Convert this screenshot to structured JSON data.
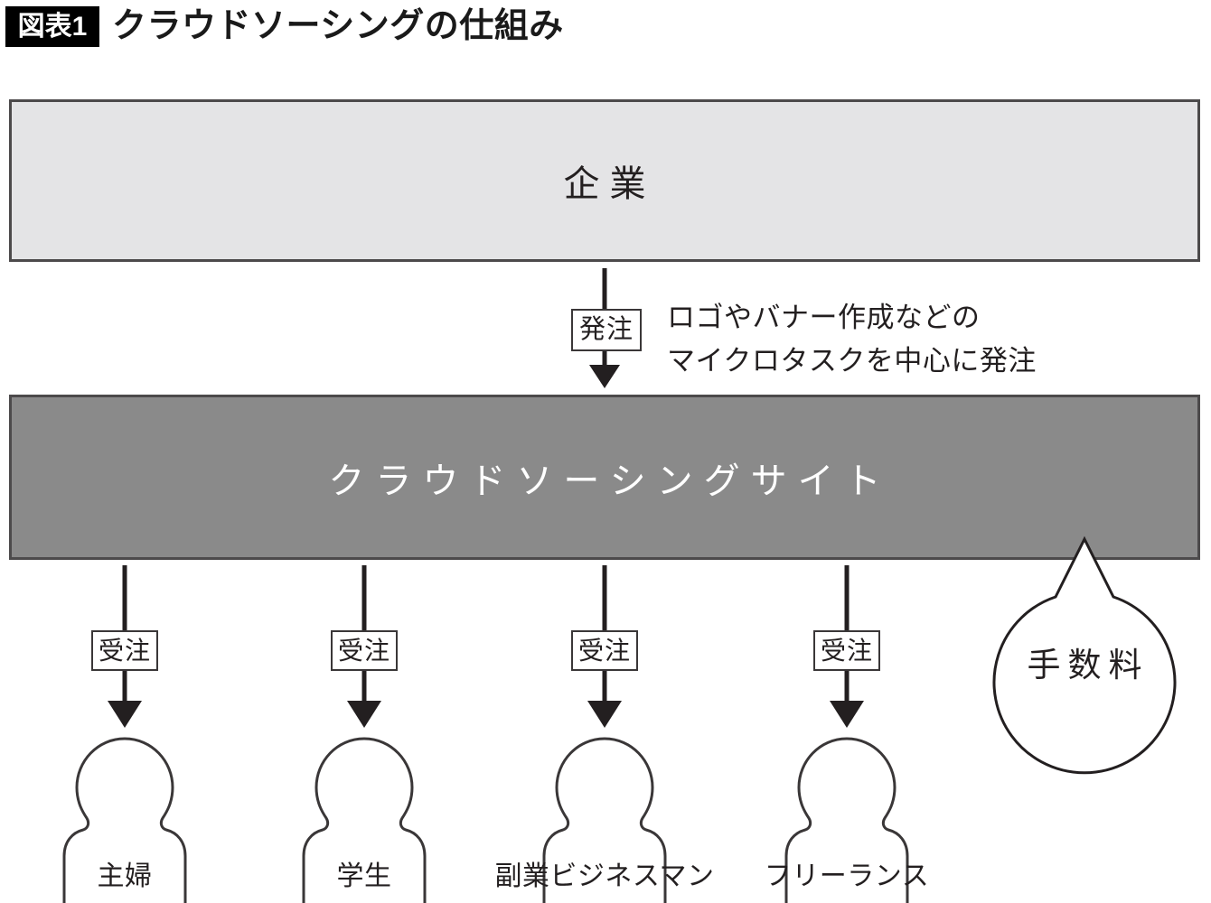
{
  "header": {
    "badge": "図表1",
    "title": "クラウドソーシングの仕組み"
  },
  "nodes": {
    "enterprise": {
      "label": "企業"
    },
    "platform": {
      "label": "クラウドソーシングサイト"
    },
    "fee_bubble": {
      "label": "手数料"
    }
  },
  "flows": {
    "order": {
      "chip": "発注",
      "note_line1": "ロゴやバナー作成などの",
      "note_line2": "マイクロタスクを中心に発注"
    },
    "receive_chip": "受注"
  },
  "workers": [
    {
      "label": "主婦",
      "chip": "受注"
    },
    {
      "label": "学生",
      "chip": "受注"
    },
    {
      "label": "副業ビジネスマン",
      "chip": "受注"
    },
    {
      "label": "フリーランス",
      "chip": "受注"
    }
  ],
  "colors": {
    "enterprise_fill": "#e4e4e6",
    "platform_fill": "#8a8a8a",
    "stroke": "#4c4a4b",
    "line": "#231f20",
    "badge_bg": "#000000",
    "badge_text": "#ffffff",
    "platform_text": "#ffffff",
    "page_bg": "#ffffff"
  }
}
